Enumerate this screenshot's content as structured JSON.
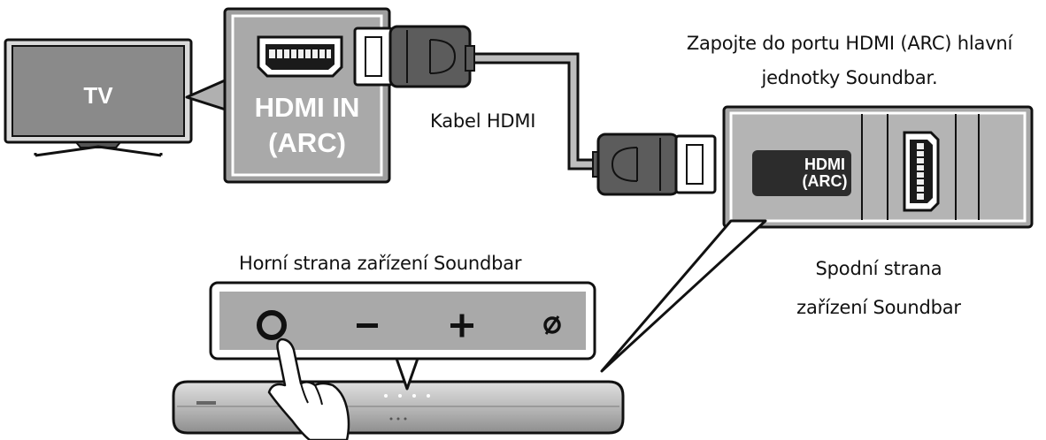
{
  "tv": {
    "label": "TV"
  },
  "tv_port": {
    "line1": "HDMI IN",
    "line2": "(ARC)"
  },
  "cable": {
    "label": "Kabel HDMI"
  },
  "instruction": {
    "line1": "Zapojte do portu HDMI (ARC) hlavní",
    "line2": "jednotky Soundbar."
  },
  "soundbar_port": {
    "line1": "HDMI",
    "line2": "(ARC)"
  },
  "bottom_side": {
    "line1": "Spodní strana",
    "line2": "zařízení Soundbar"
  },
  "top_side": {
    "label": "Horní strana zařízení Soundbar"
  },
  "buttons": {
    "minus": "−",
    "plus": "+",
    "mic": "ø"
  }
}
